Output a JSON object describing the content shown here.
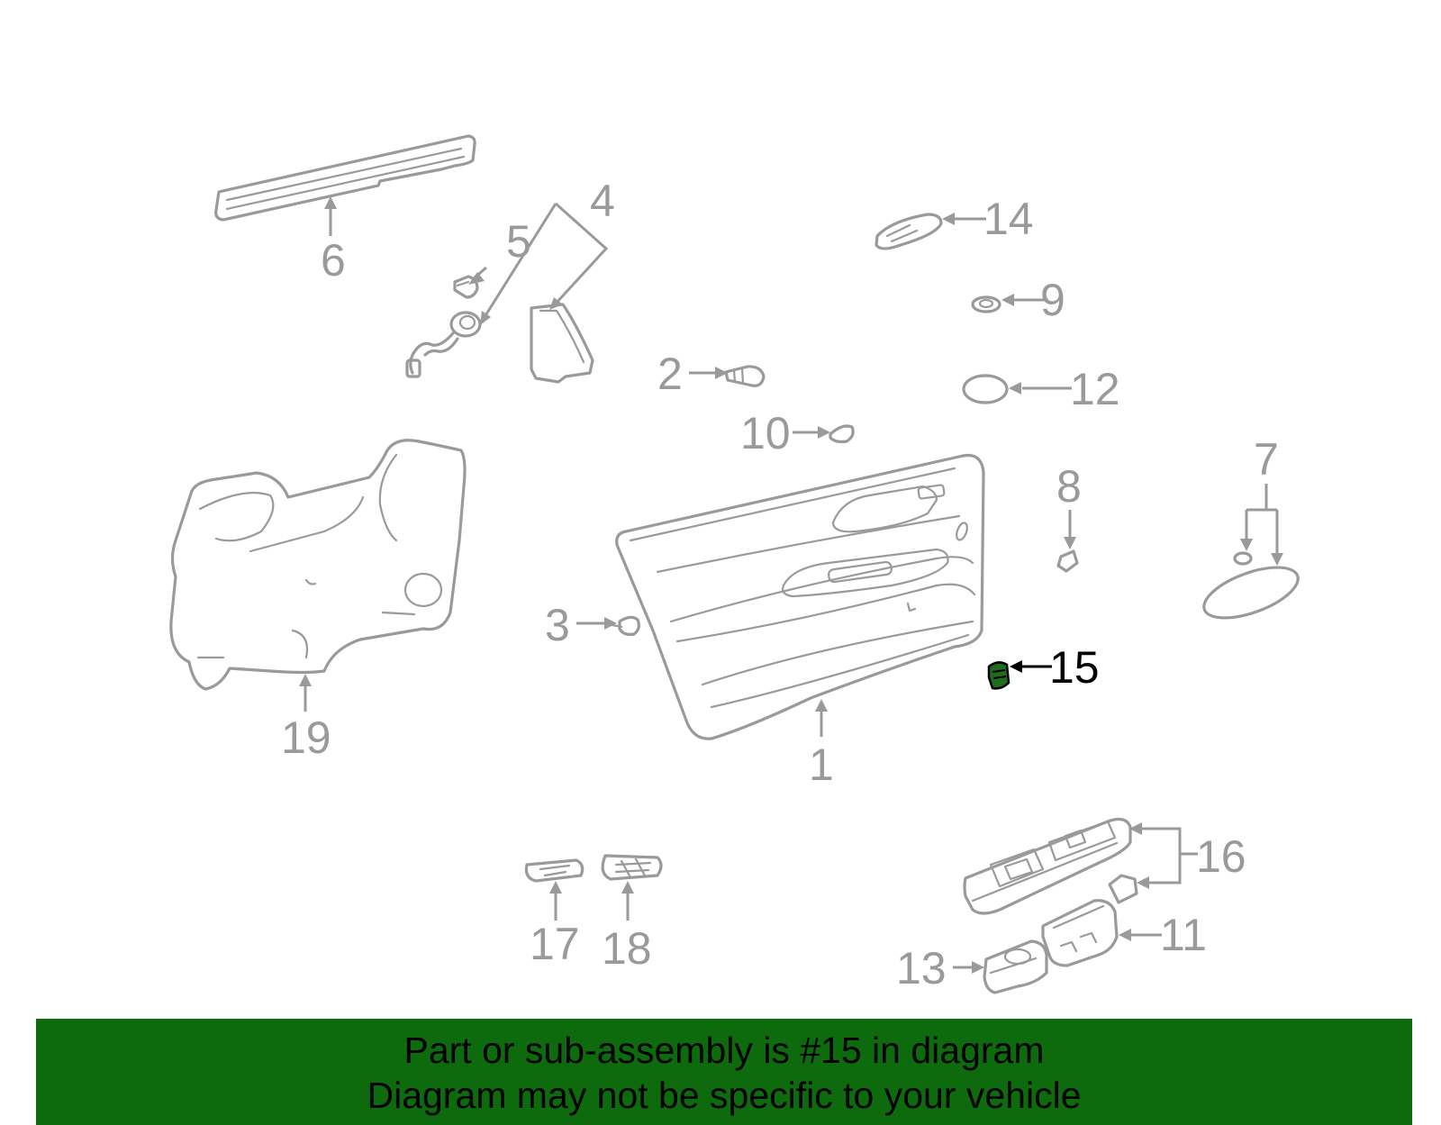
{
  "callouts": {
    "c1": "1",
    "c2": "2",
    "c3": "3",
    "c4": "4",
    "c5": "5",
    "c6": "6",
    "c7": "7",
    "c8": "8",
    "c9": "9",
    "c10": "10",
    "c11": "11",
    "c12": "12",
    "c13": "13",
    "c14": "14",
    "c15": "15",
    "c16": "16",
    "c17": "17",
    "c18": "18",
    "c19": "19"
  },
  "highlight_callout": "15",
  "banner": {
    "line1": "Part or sub-assembly is #15 in diagram",
    "line2": "Diagram may not be specific to your vehicle"
  },
  "colors": {
    "part_stroke": "#9a9a9a",
    "highlight": "#000000",
    "highlight_part_fill": "#1f6b1f",
    "banner_bg": "#0d6b0d",
    "background": "#ffffff"
  }
}
